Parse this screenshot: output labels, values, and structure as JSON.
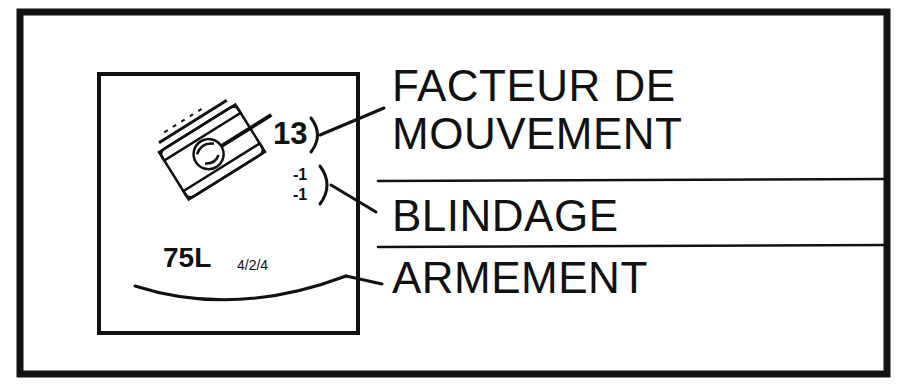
{
  "diagram": {
    "nodes": [
      {
        "text": [
          "13",
          "-1",
          "-1",
          "75L",
          "4/2/4"
        ]
      }
    ],
    "labels": [
      "FACTEUR DE MOUVEMENT",
      "BLINDAGE",
      "ARMEMENT"
    ]
  }
}
